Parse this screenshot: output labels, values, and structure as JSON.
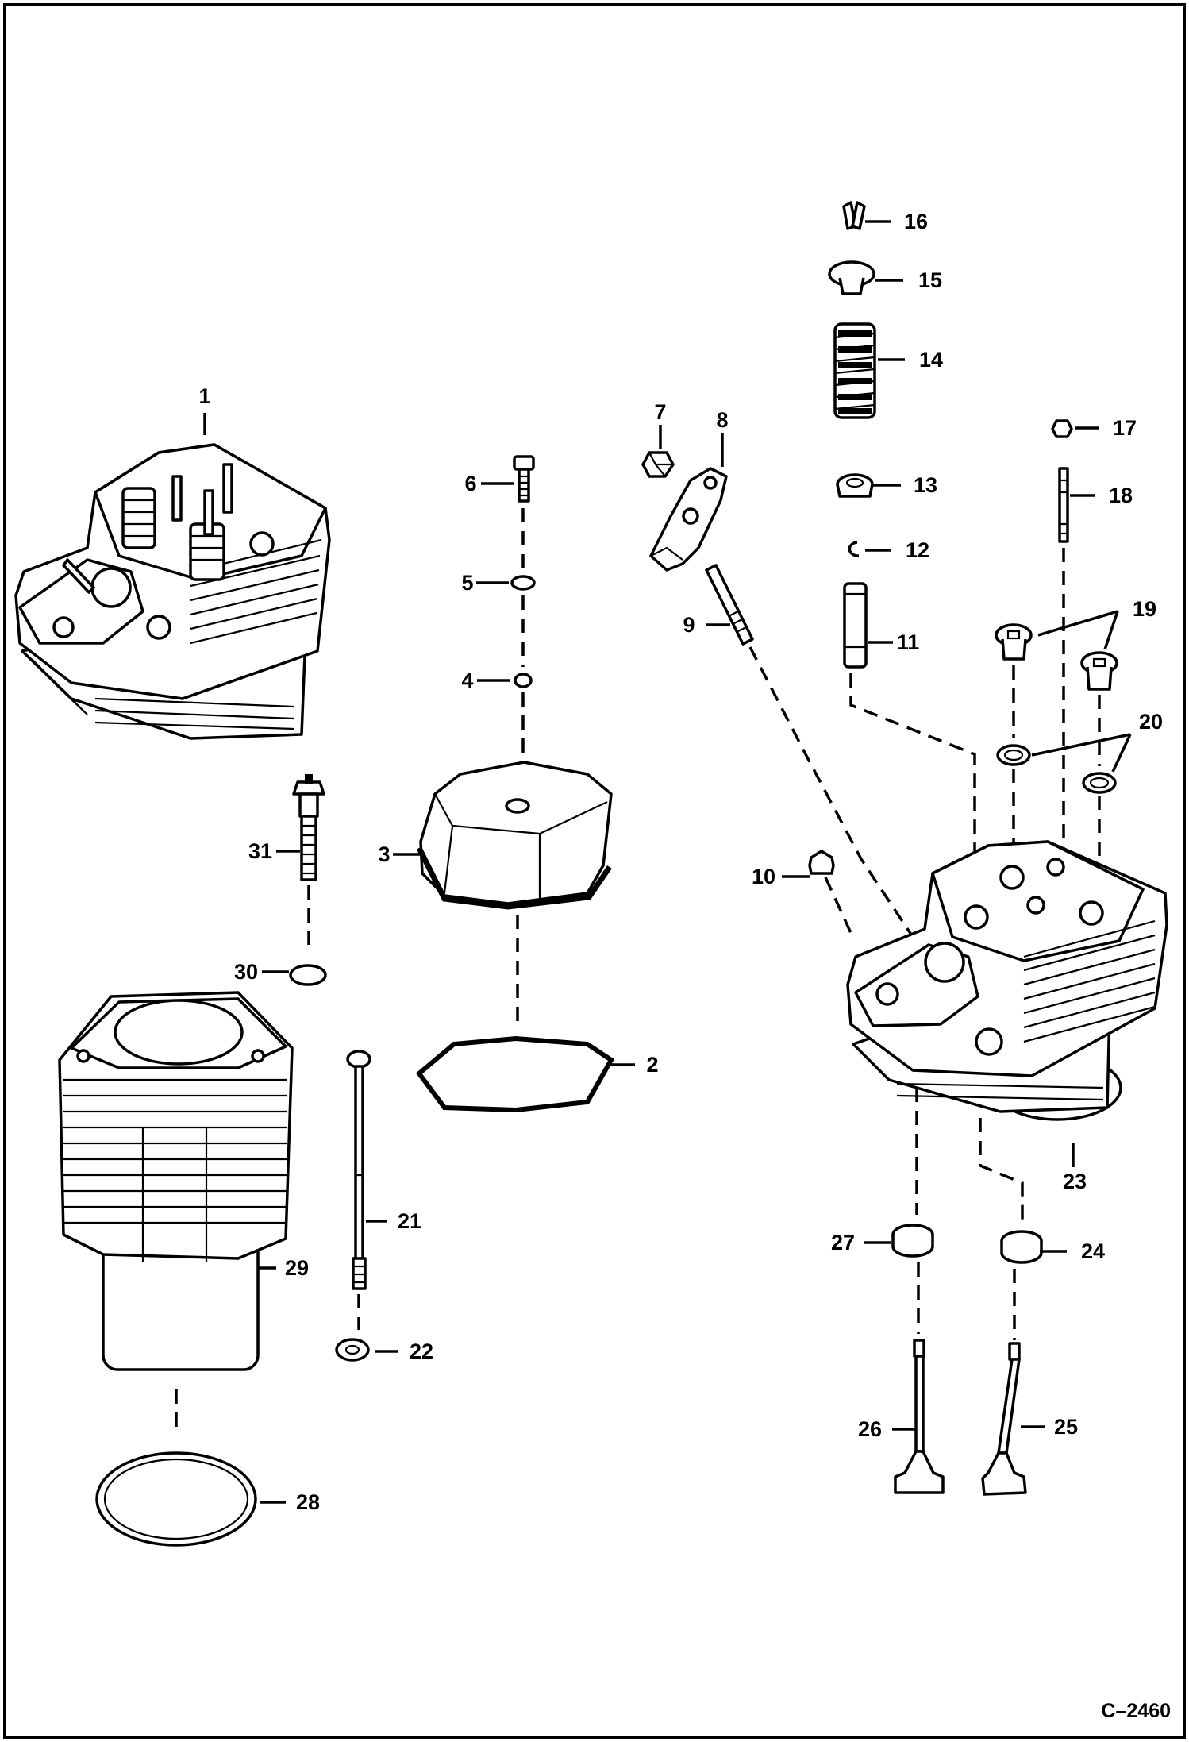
{
  "figure_code": "C–2460",
  "parts": [
    {
      "id": "1"
    },
    {
      "id": "2"
    },
    {
      "id": "3"
    },
    {
      "id": "4"
    },
    {
      "id": "5"
    },
    {
      "id": "6"
    },
    {
      "id": "7"
    },
    {
      "id": "8"
    },
    {
      "id": "9"
    },
    {
      "id": "10"
    },
    {
      "id": "11"
    },
    {
      "id": "12"
    },
    {
      "id": "13"
    },
    {
      "id": "14"
    },
    {
      "id": "15"
    },
    {
      "id": "16"
    },
    {
      "id": "17"
    },
    {
      "id": "18"
    },
    {
      "id": "19"
    },
    {
      "id": "20"
    },
    {
      "id": "21"
    },
    {
      "id": "22"
    },
    {
      "id": "23"
    },
    {
      "id": "24"
    },
    {
      "id": "25"
    },
    {
      "id": "26"
    },
    {
      "id": "27"
    },
    {
      "id": "28"
    },
    {
      "id": "29"
    },
    {
      "id": "30"
    },
    {
      "id": "31"
    }
  ]
}
